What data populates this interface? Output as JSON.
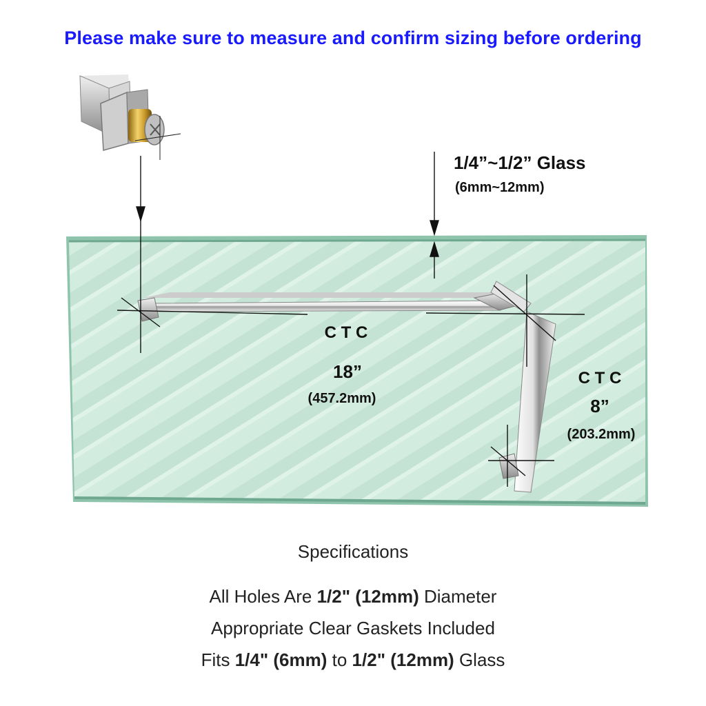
{
  "headline": "Please make sure to measure and confirm sizing before ordering",
  "glass_thickness": {
    "title": "1/4”~1/2” Glass",
    "metric": "(6mm~12mm)"
  },
  "ctc_horizontal": {
    "label": "C T C",
    "imperial": "18”",
    "metric": "(457.2mm)"
  },
  "ctc_vertical": {
    "label": "C T C",
    "imperial": "8”",
    "metric": "(203.2mm)"
  },
  "specifications": {
    "title": "Specifications",
    "line1": {
      "prefix": "All Holes Are ",
      "bold": "1/2\" (12mm)",
      "suffix": " Diameter"
    },
    "line2": "Appropriate Clear Gaskets Included",
    "line3": {
      "prefix": "Fits ",
      "bold1": "1/4\" (6mm)",
      "middle": " to ",
      "bold2": "1/2\" (12mm)",
      "suffix": " Glass"
    }
  },
  "colors": {
    "headline": "#1a1aff",
    "glass_face": "#cfe9dc",
    "glass_edge": "#7fb8a0"
  }
}
